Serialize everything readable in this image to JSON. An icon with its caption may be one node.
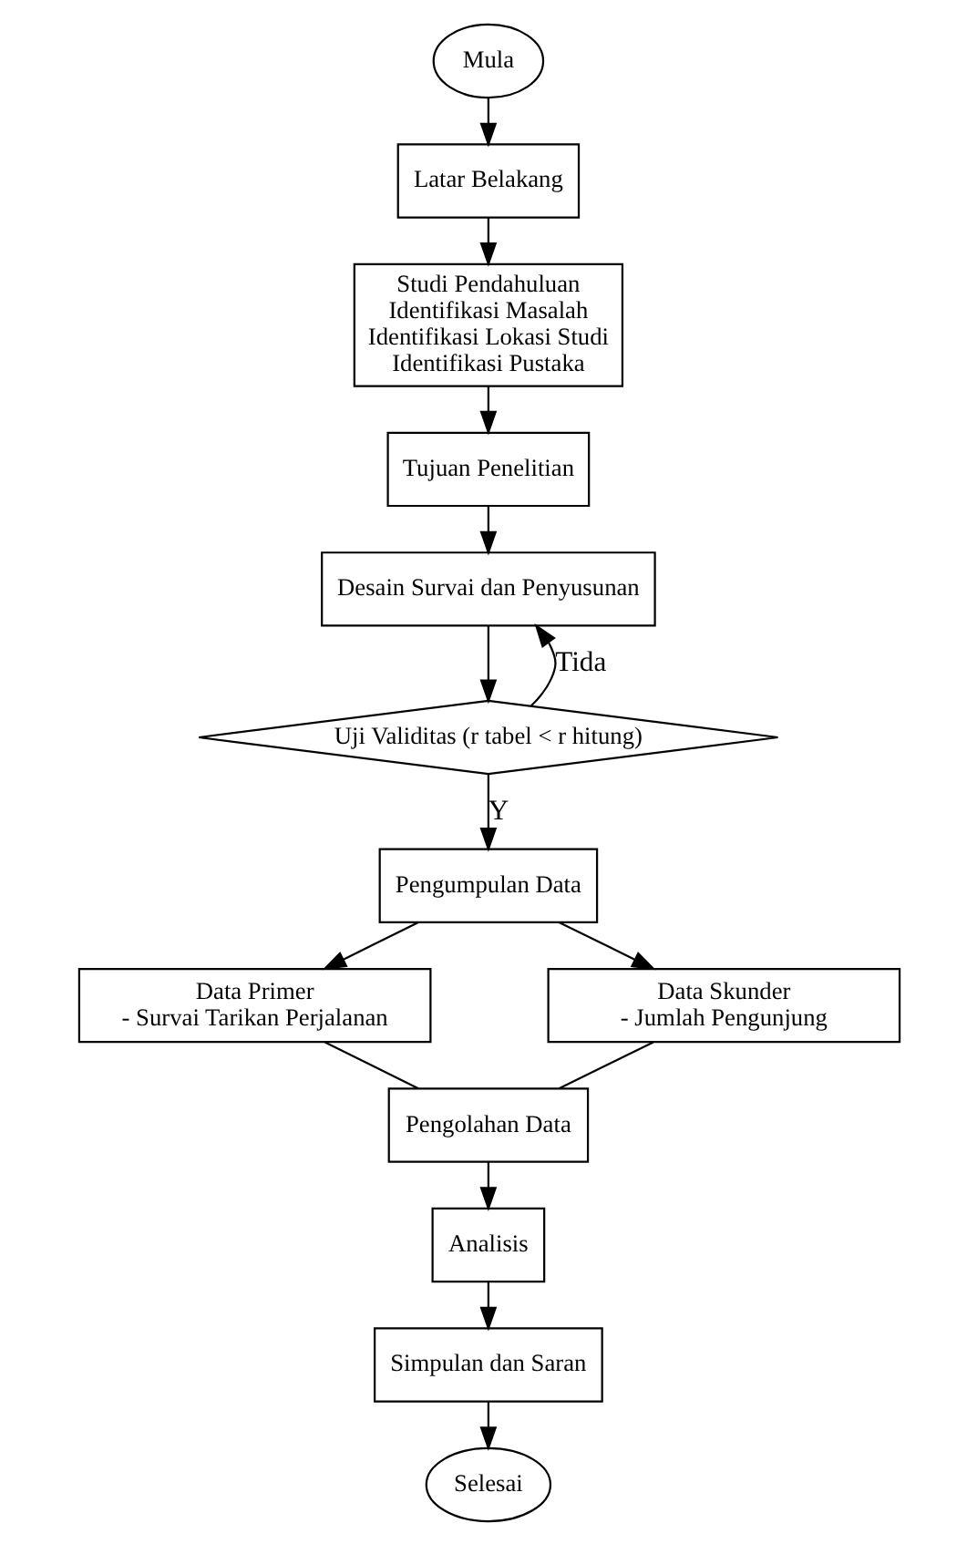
{
  "diagram": {
    "nodes": [
      {
        "text": [
          "Mula"
        ]
      },
      {
        "text": [
          "Latar Belakang"
        ]
      },
      {
        "text": [
          "Studi Pendahuluan",
          "Identifikasi Masalah",
          "Identifikasi Lokasi Studi",
          "Identifikasi Pustaka"
        ]
      },
      {
        "text": [
          "Tujuan Penelitian"
        ]
      },
      {
        "text": [
          "Desain Survai dan Penyusunan"
        ]
      },
      {
        "text": [
          "Uji Validitas (r tabel < r hitung)"
        ]
      },
      {
        "text": [
          "Pengumpulan Data"
        ]
      },
      {
        "text": [
          "Data Primer",
          "- Survai Tarikan Perjalanan"
        ]
      },
      {
        "text": [
          "Data Skunder",
          "- Jumlah Pengunjung"
        ]
      },
      {
        "text": [
          "Pengolahan Data"
        ]
      },
      {
        "text": [
          "Analisis"
        ]
      },
      {
        "text": [
          "Simpulan dan Saran"
        ]
      },
      {
        "text": [
          "Selesai"
        ]
      }
    ],
    "edges": [
      {
        "from": 0,
        "to": 1,
        "arrow": "to"
      },
      {
        "from": 1,
        "to": 2,
        "arrow": "to"
      },
      {
        "from": 2,
        "to": 3,
        "arrow": "to"
      },
      {
        "from": 3,
        "to": 4,
        "arrow": "to"
      },
      {
        "from": 4,
        "to": 5,
        "arrow": "to"
      },
      {
        "from": 5,
        "to": 4,
        "arrow": "to",
        "label": "Tida"
      },
      {
        "from": 5,
        "to": 6,
        "arrow": "to",
        "label": "Y"
      },
      {
        "from": 6,
        "to": 7,
        "arrow": "to"
      },
      {
        "from": 6,
        "to": 8,
        "arrow": "to"
      },
      {
        "from": 7,
        "to": 9,
        "arrow": "none"
      },
      {
        "from": 8,
        "to": 9,
        "arrow": "none"
      },
      {
        "from": 9,
        "to": 10,
        "arrow": "to"
      },
      {
        "from": 10,
        "to": 11,
        "arrow": "to"
      },
      {
        "from": 11,
        "to": 12,
        "arrow": "to"
      }
    ]
  }
}
